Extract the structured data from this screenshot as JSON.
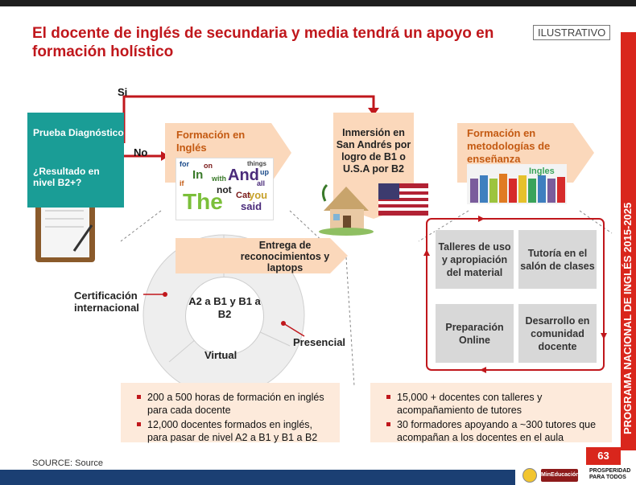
{
  "slide": {
    "title": "El docente de inglés de secundaria y media tendrá un apoyo en formación holístico",
    "tag": "ILUSTRATIVO",
    "side_banner": "PROGRAMA NACIONAL DE INGLÉS 2015-2025",
    "source": "SOURCE: Source",
    "page_number": "63"
  },
  "flow": {
    "prueba_title": "Prueba Diagnóstico",
    "prueba_question": "¿Resultado en nivel B2+?",
    "branch_si": "Si",
    "branch_no": "No",
    "formacion_ingles": "Formación en Inglés",
    "inmersion": "Inmersión en San Andrés por logro de B1 o U.S.A por B2",
    "metodologias": "Formación en metodologías de enseñanza",
    "books_label": "Ingles"
  },
  "wordcloud": {
    "words": [
      "And",
      "The",
      "said",
      "you",
      "not",
      "Cat",
      "with",
      "things",
      "up",
      "on",
      "In",
      "for",
      "all",
      "if"
    ]
  },
  "ring": {
    "entrega": "Entrega de reconocimientos y laptops",
    "center": "A2 a B1 y B1 a B2",
    "certificacion": "Certificación internacional",
    "virtual": "Virtual",
    "presencial": "Presencial"
  },
  "cycle": {
    "talleres": "Talleres de uso y apropiación del material",
    "tutoria": "Tutoría en el salón de clases",
    "preparacion": "Preparación Online",
    "desarrollo": "Desarrollo en comunidad docente"
  },
  "bullets_left": [
    "200 a 500 horas de formación en inglés para cada docente",
    "12,000 docentes formados en inglés, para pasar de nivel A2 a B1 y B1 a B2"
  ],
  "bullets_right": [
    "15,000 + docentes con talleres y acompañamiento de tutores",
    "30 formadores apoyando a ~300 tutores que acompañan a los docentes en el aula"
  ],
  "logos": {
    "ministry": "MinEducación",
    "prosperidad": "PROSPERIDAD PARA TODOS"
  },
  "colors": {
    "accent_red": "#c0171c",
    "teal": "#1a9d96",
    "chevron_fill": "#fbd8bb",
    "grey_box": "#d8d8d8",
    "panel_fill": "#fdeadb",
    "footer_blue": "#1b3f73"
  }
}
